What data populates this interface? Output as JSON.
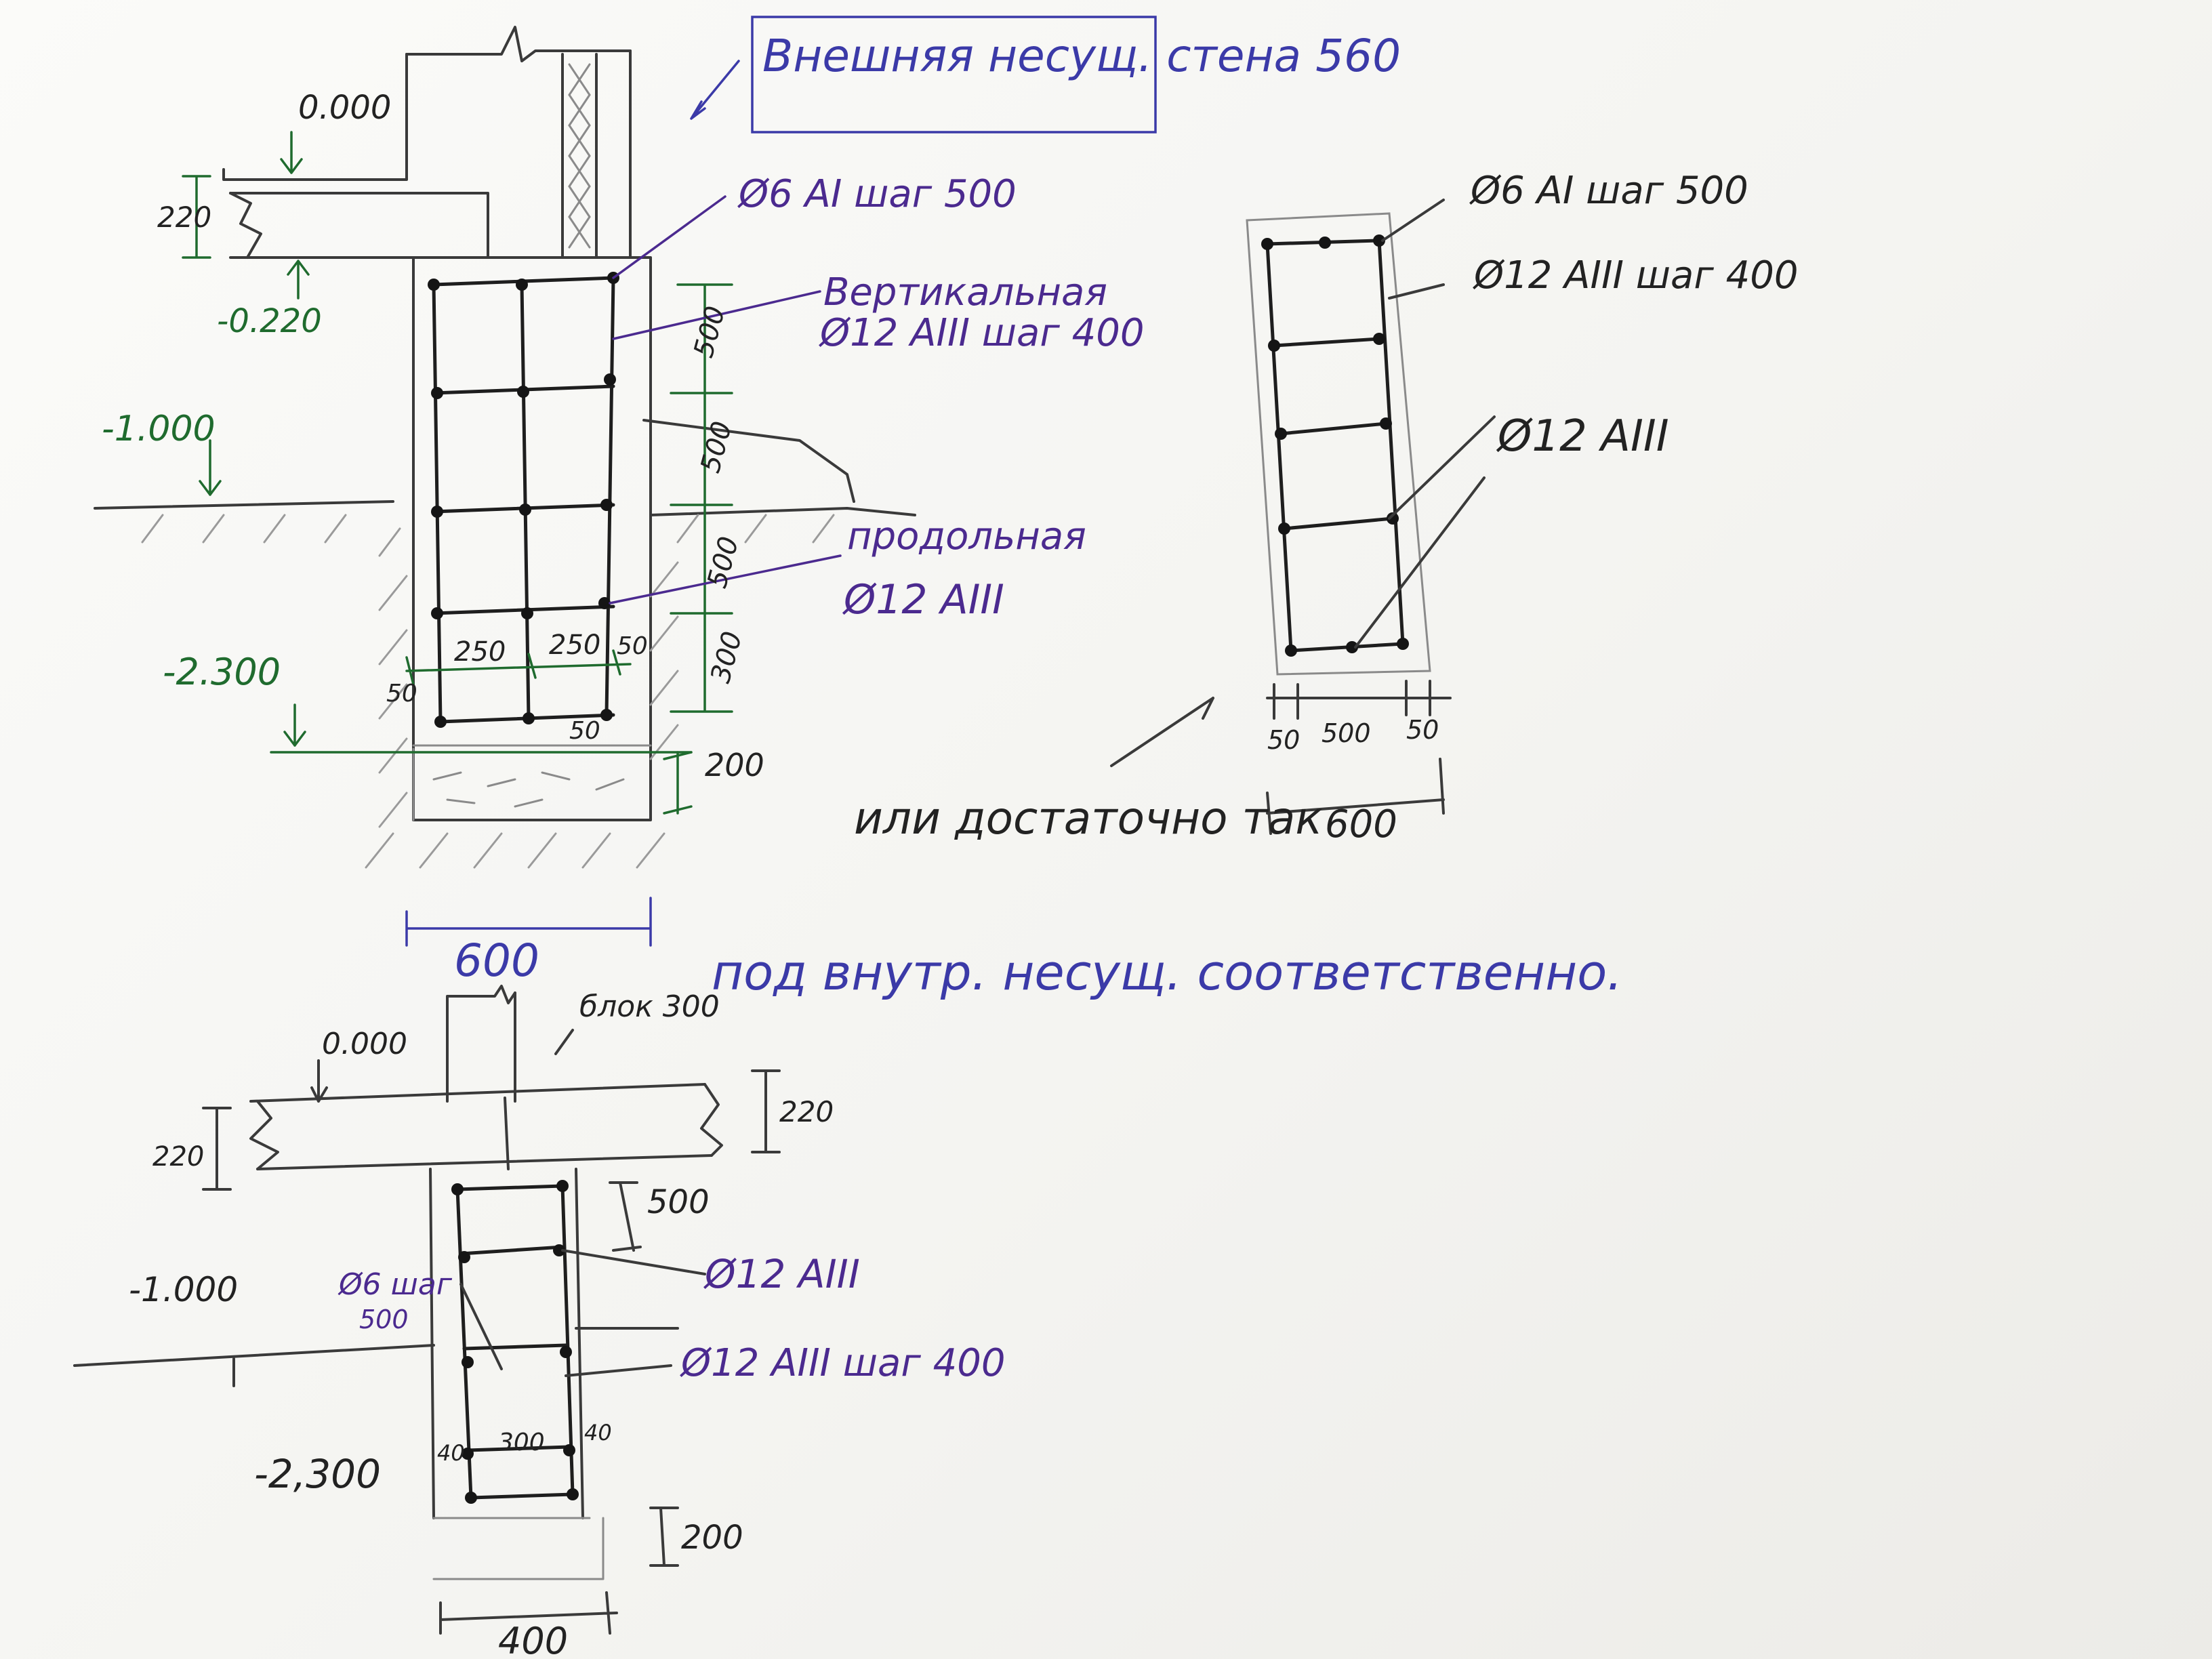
{
  "top_section": {
    "title_box": "Внешняя несущ. стена 560",
    "level_0": "0.000",
    "level_slab_bottom": "-0.220",
    "level_ground": "-1.000",
    "level_footing": "-2.300",
    "slab_thickness": "220",
    "tie_label": "Ø6 AI шаг 500",
    "vertical_label_1": "Вертикальная",
    "vertical_label_2": "Ø12 AIII шаг 400",
    "longitudinal_label_1": "продольная",
    "longitudinal_label_2": "Ø12 AIII",
    "dims_right": [
      "500",
      "500",
      "500",
      "300"
    ],
    "dims_bottom": [
      "50",
      "250",
      "250",
      "50"
    ],
    "dim_cover": "50",
    "dim_cushion": "200",
    "width": "600",
    "note": "под внутр. несущ. соответственно."
  },
  "side_section": {
    "tie_label": "Ø6 AI шаг 500",
    "vertical_label": "Ø12 AIII шаг 400",
    "long_label": "Ø12 AIII",
    "dims_bottom": [
      "50",
      "500",
      "50"
    ],
    "width": "600",
    "note": "или достаточно так"
  },
  "bottom_section": {
    "block_label": "блок 300",
    "level_0": "0.000",
    "level_ground": "-1.000",
    "level_footing": "-2,300",
    "slab_left": "220",
    "slab_right": "220",
    "dim_top": "500",
    "tie_label_1": "Ø6 шаг",
    "tie_label_2": "500",
    "long_label": "Ø12 AIII",
    "vertical_label": "Ø12 AIII шаг 400",
    "dims_bottom": [
      "40",
      "300",
      "40"
    ],
    "dim_cushion": "200",
    "width": "400"
  }
}
